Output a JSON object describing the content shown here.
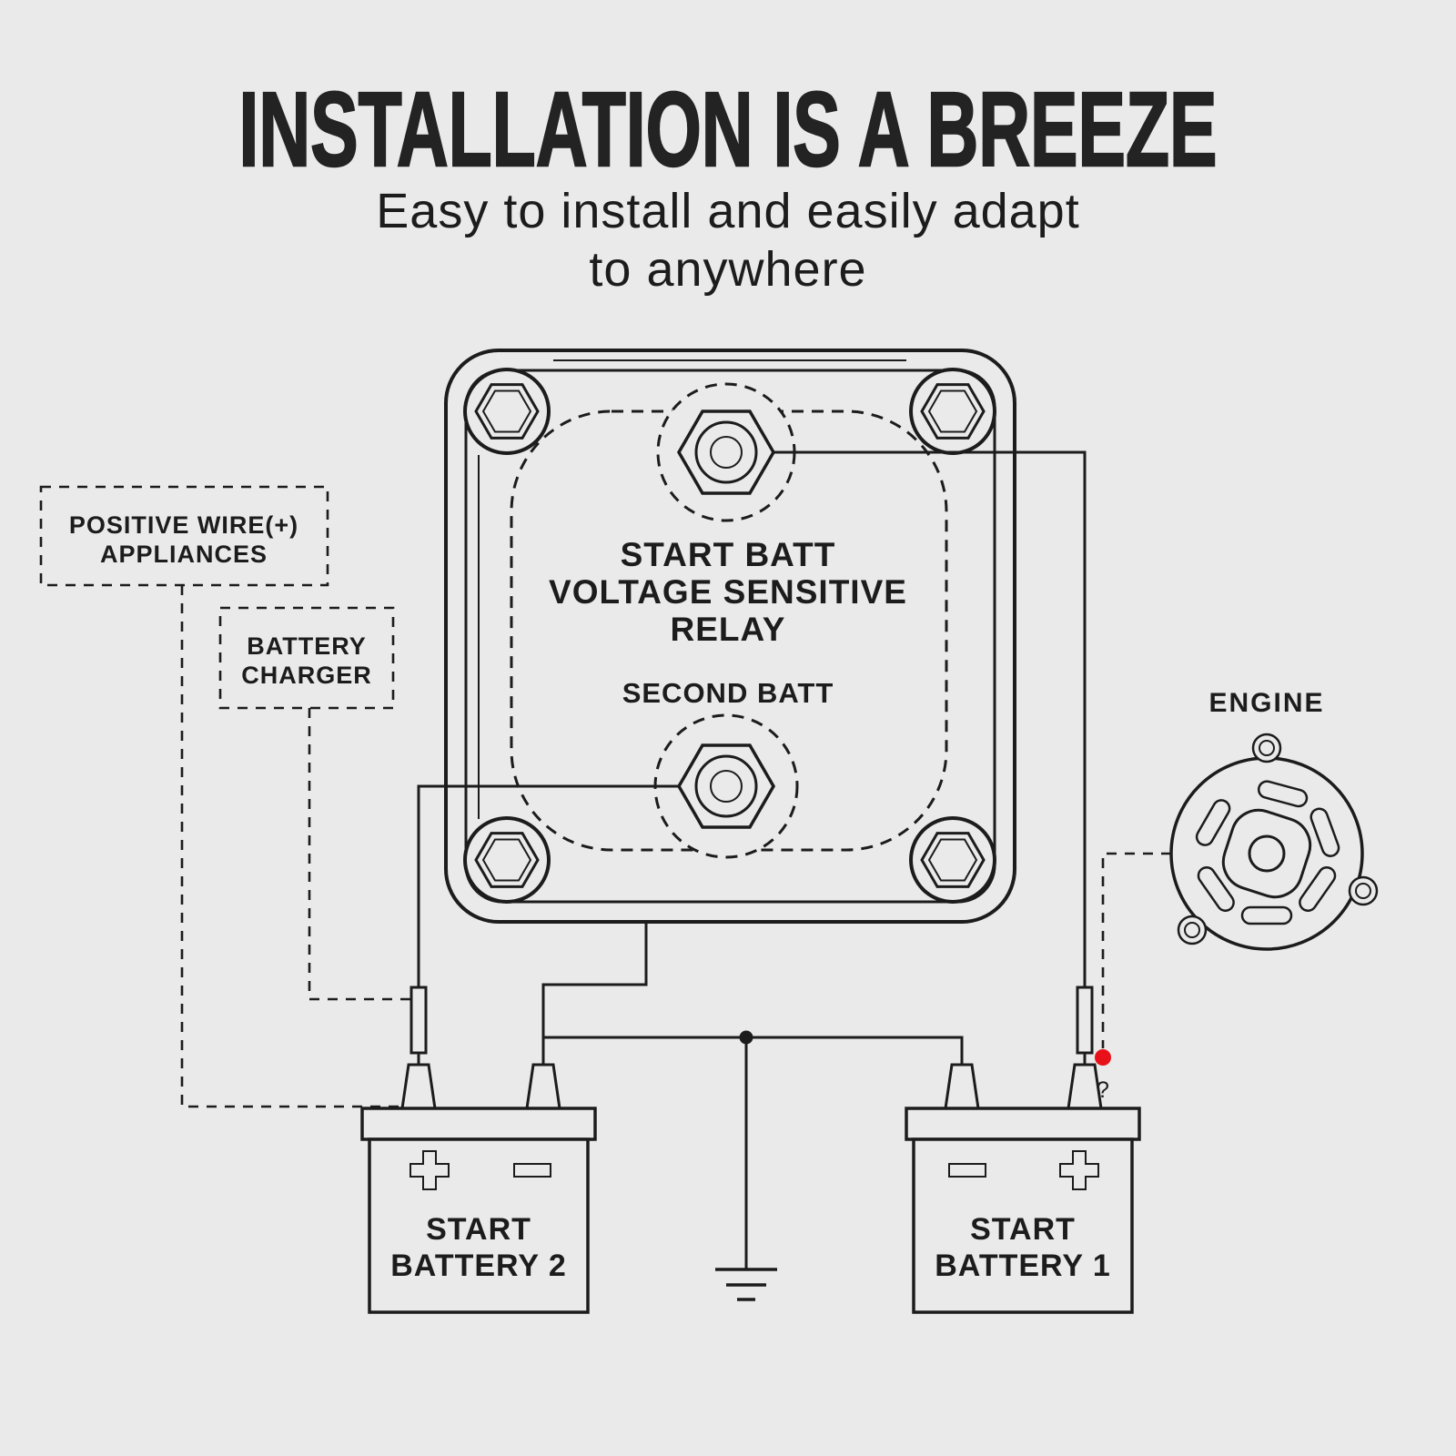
{
  "header": {
    "title": "INSTALLATION IS A BREEZE",
    "subtitle_line1": "Easy to install and easily adapt",
    "subtitle_line2": "to anywhere"
  },
  "relay": {
    "label_line1": "START BATT",
    "label_line2": "VOLTAGE SENSITIVE",
    "label_line3": "RELAY",
    "second_terminal_label": "SECOND BATT"
  },
  "appliances_box": {
    "line1": "POSITIVE WIRE(+)",
    "line2": "APPLIANCES"
  },
  "charger_box": {
    "line1": "BATTERY",
    "line2": "CHARGER"
  },
  "engine": {
    "label": "ENGINE"
  },
  "battery_left": {
    "line1": "START",
    "line2": "BATTERY 2"
  },
  "battery_right": {
    "line1": "START",
    "line2": "BATTERY 1"
  },
  "annotations": {
    "question_mark": "?"
  },
  "colors": {
    "background": "#eaeaea",
    "line": "#1c1c1c",
    "accent_red": "#e8111a"
  }
}
